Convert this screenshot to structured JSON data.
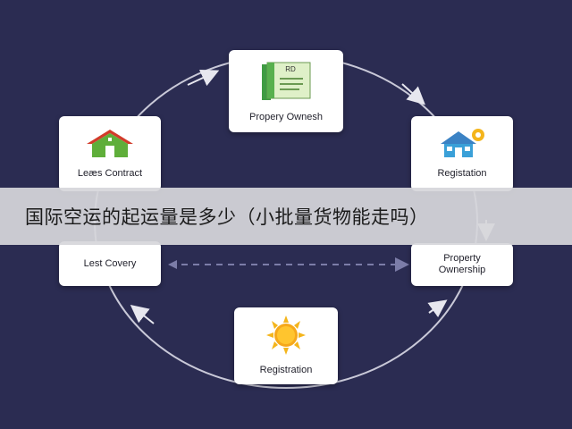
{
  "cards": {
    "top": {
      "label": "Propery Ownesh"
    },
    "right_top": {
      "label": "Registation"
    },
    "right_bottom": {
      "label_line1": "Property",
      "label_line2": "Ownership"
    },
    "bottom": {
      "label": "Registration"
    },
    "left_bottom": {
      "label": "Lest Covery"
    },
    "left_top": {
      "label": "Leæs Contract"
    }
  },
  "icons": {
    "top": "document-icon",
    "right_top": "house-gear-icon",
    "bottom": "sun-icon",
    "left_top": "house-icon"
  },
  "document_tag": "RD",
  "banner": {
    "text": "国际空运的起运量是多少（小批量货物能走吗）"
  },
  "colors": {
    "background": "#2b2c52",
    "card": "#ffffff",
    "ring": "#c9c9d8",
    "dashed_link": "#6e6f9a",
    "banner": "#d6d6da",
    "house_roof": "#d23b2a",
    "house_body": "#5fae3a",
    "sun": "#f4b51c",
    "doc_green": "#3f9b43"
  }
}
